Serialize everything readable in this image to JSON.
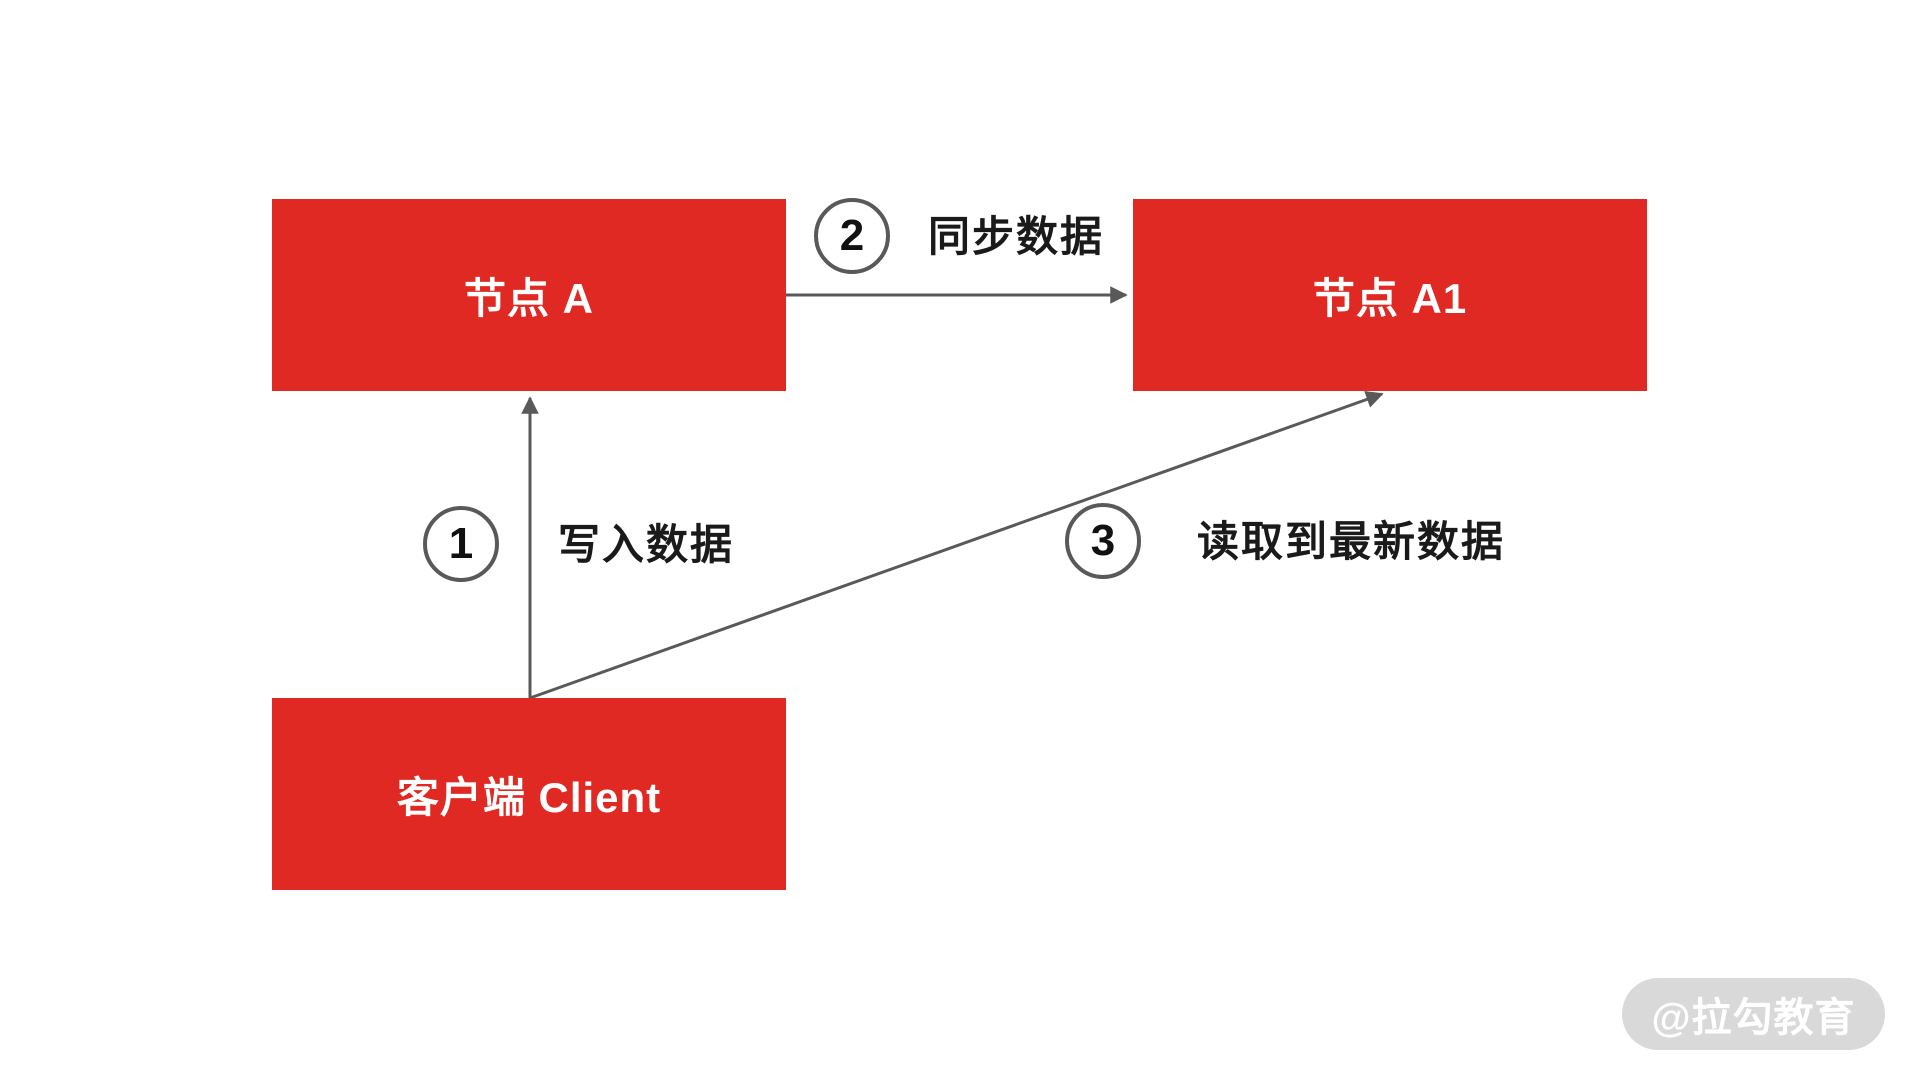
{
  "diagram": {
    "nodes": [
      {
        "id": "node-a",
        "label": "节点 A"
      },
      {
        "id": "node-a1",
        "label": "节点 A1"
      },
      {
        "id": "client",
        "label": "客户端 Client"
      }
    ],
    "steps": [
      {
        "number": "1",
        "label": "写入数据",
        "from": "client",
        "to": "node-a"
      },
      {
        "number": "2",
        "label": "同步数据",
        "from": "node-a",
        "to": "node-a1"
      },
      {
        "number": "3",
        "label": "读取到最新数据",
        "from": "client",
        "to": "node-a1"
      }
    ],
    "colors": {
      "node_fill": "#df2922",
      "node_text": "#ffffff",
      "arrow": "#595959",
      "badge_border": "#595959",
      "label_text": "#1a1a1a",
      "watermark_bg": "#d9d9d9",
      "watermark_text": "#ffffff"
    }
  },
  "watermark": {
    "text": "@拉勾教育"
  }
}
